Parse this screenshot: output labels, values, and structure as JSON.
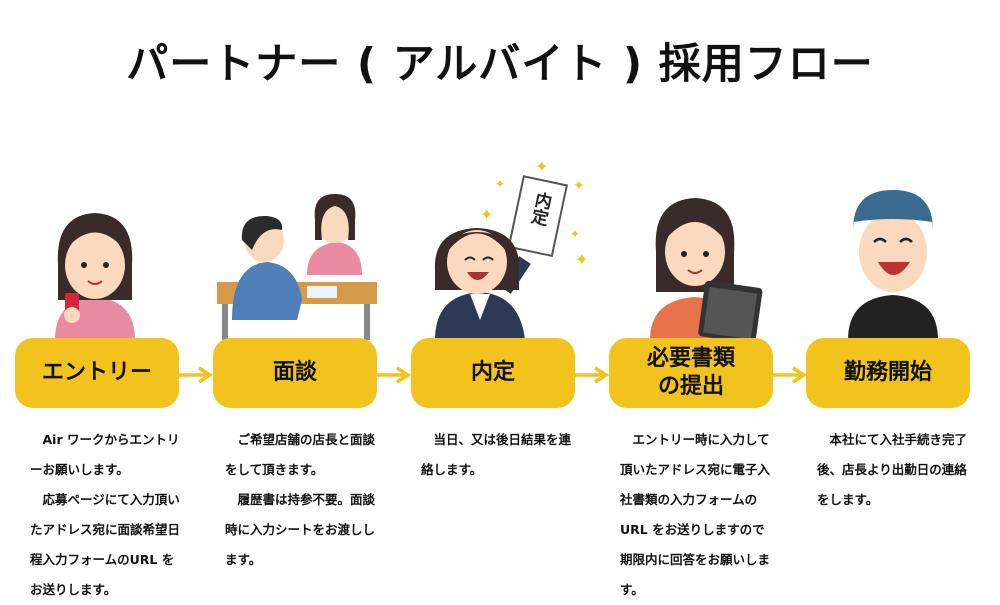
{
  "title": "パートナー ( アルバイト ) 採用フロー",
  "accent_color": "#f2c21d",
  "steps": [
    {
      "label": "エントリー",
      "paragraphs": [
        "　Air ワークからエントリーお願いします。",
        "　応募ページにて入力頂いたアドレス宛に面談希望日程入力フォームのURL をお送りします。"
      ]
    },
    {
      "label": "面談",
      "paragraphs": [
        "　ご希望店舗の店長と面談をして頂きます。",
        "　履歴書は持参不要。面談時に入力シートをお渡しします。"
      ]
    },
    {
      "label": "内定",
      "paragraphs": [
        "　当日、又は後日結果を連絡します。"
      ]
    },
    {
      "label": "必要書類\nの提出",
      "paragraphs": [
        "　エントリー時に入力して頂いたアドレス宛に電子入社書類の入力フォームの URL をお送りしますので期限内に回答をお願いします。"
      ]
    },
    {
      "label": "勤務開始",
      "paragraphs": [
        "　本社にて入社手続き完了後、店長より出勤日の連絡をします。"
      ]
    }
  ],
  "sign_text": "内定"
}
